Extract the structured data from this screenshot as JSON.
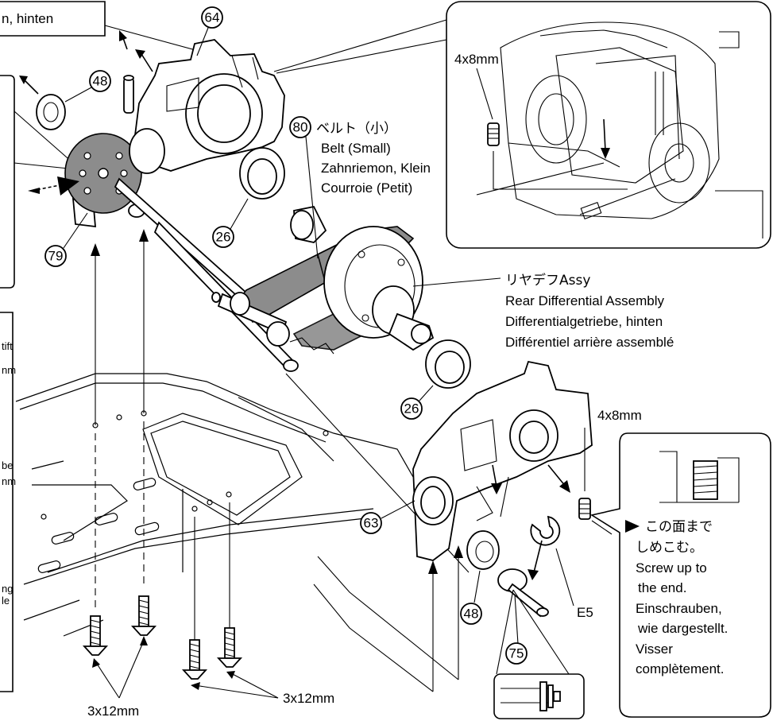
{
  "top_left_box": {
    "text": "n, hinten"
  },
  "part_numbers": {
    "p64": "64",
    "p48_top": "48",
    "p80": "80",
    "p26_top": "26",
    "p79": "79",
    "p26_mid": "26",
    "p63": "63",
    "p48_bottom": "48",
    "p75": "75"
  },
  "belt_label": {
    "jp": "ベルト（小）",
    "en": "Belt (Small)",
    "de": "Zahnriemon, Klein",
    "fr": "Courroie (Petit)"
  },
  "rear_diff_label": {
    "jp": "リヤデフAssy",
    "en": "Rear Differential Assembly",
    "de": "Differentialgetriebe, hinten",
    "fr": "Différentiel arrière assemblé"
  },
  "inset_top_screw": "4x8mm",
  "mid_screw": "4x8mm",
  "e_ring": "E5",
  "bottom_screws_left": "3x12mm",
  "bottom_screws_right": "3x12mm",
  "left_panel_fragments": [
    "tift",
    "nm",
    "be",
    "nm",
    "ng",
    "le"
  ],
  "screw_note": {
    "jp_line1": "この面まで",
    "jp_line2": "しめこむ。",
    "en_line1": "Screw up to",
    "en_line2": "the end.",
    "de_line1": "Einschrauben,",
    "de_line2": "wie dargestellt.",
    "fr_line1": "Visser",
    "fr_line2": "complètement."
  }
}
